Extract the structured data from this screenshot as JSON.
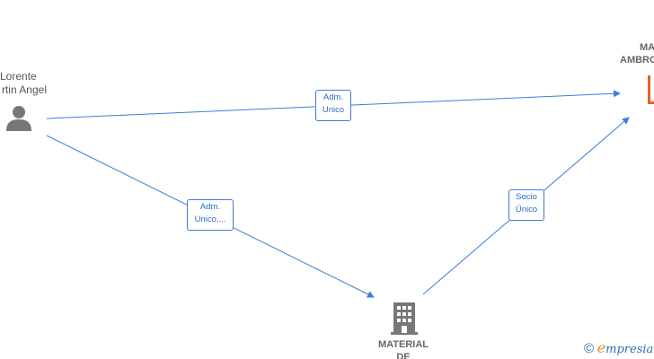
{
  "nodes": {
    "person": {
      "name_line1": "Lorente",
      "name_line2": "rtin Angel",
      "icon": "person-icon"
    },
    "company_top": {
      "name_line1": "MA",
      "name_line2": "AMBRO",
      "icon": "company-icon",
      "color": "#e8622a"
    },
    "company_bottom": {
      "name_line1": "MATERIAL",
      "name_line2": "DE",
      "icon": "building-icon"
    }
  },
  "edges": [
    {
      "id": "person-to-company-top",
      "line1": "Adm.",
      "line2": "Unico"
    },
    {
      "id": "person-to-company-bottom",
      "line1": "Adm.",
      "line2": "Unico,..."
    },
    {
      "id": "company-bottom-to-company-top",
      "line1": "Socio",
      "line2": "Único"
    }
  ],
  "footer": {
    "copyright_symbol": "©",
    "brand_initial": "e",
    "brand_rest": "mpresia"
  },
  "colors": {
    "edge": "#3b7dd8",
    "icon_gray": "#777777",
    "accent": "#e8622a"
  }
}
